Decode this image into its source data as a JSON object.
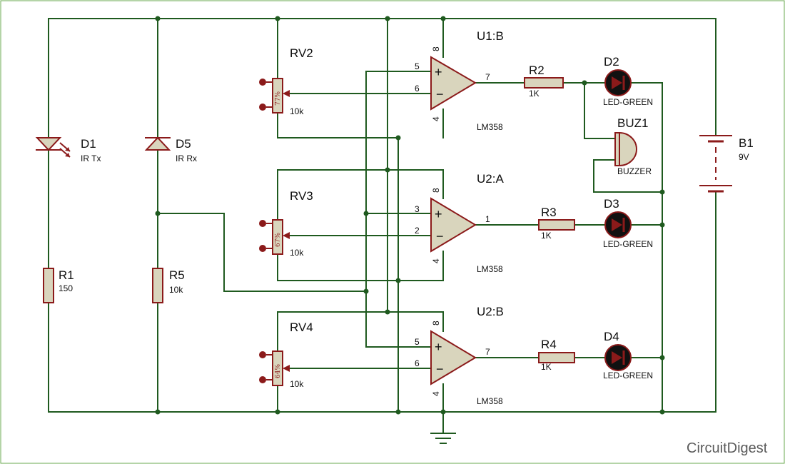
{
  "components": {
    "d1": {
      "ref": "D1",
      "value": "IR Tx"
    },
    "d5": {
      "ref": "D5",
      "value": "IR Rx"
    },
    "r1": {
      "ref": "R1",
      "value": "150"
    },
    "r5": {
      "ref": "R5",
      "value": "10k"
    },
    "rv2": {
      "ref": "RV2",
      "value": "10k",
      "percent": "77%"
    },
    "rv3": {
      "ref": "RV3",
      "value": "10k",
      "percent": "67%"
    },
    "rv4": {
      "ref": "RV4",
      "value": "10k",
      "percent": "64%"
    },
    "u1b": {
      "ref": "U1:B",
      "part": "LM358",
      "pins": {
        "plus": "5",
        "minus": "6",
        "out": "7",
        "vcc": "8",
        "gnd": "4"
      }
    },
    "u2a": {
      "ref": "U2:A",
      "part": "LM358",
      "pins": {
        "plus": "3",
        "minus": "2",
        "out": "1",
        "vcc": "8",
        "gnd": "4"
      }
    },
    "u2b": {
      "ref": "U2:B",
      "part": "LM358",
      "pins": {
        "plus": "5",
        "minus": "6",
        "out": "7",
        "vcc": "8",
        "gnd": "4"
      }
    },
    "r2": {
      "ref": "R2",
      "value": "1K"
    },
    "r3": {
      "ref": "R3",
      "value": "1K"
    },
    "r4": {
      "ref": "R4",
      "value": "1K"
    },
    "d2": {
      "ref": "D2",
      "value": "LED-GREEN"
    },
    "d3": {
      "ref": "D3",
      "value": "LED-GREEN"
    },
    "d4": {
      "ref": "D4",
      "value": "LED-GREEN"
    },
    "buz1": {
      "ref": "BUZ1",
      "value": "BUZZER"
    },
    "b1": {
      "ref": "B1",
      "value": "9V"
    }
  },
  "brand": {
    "name": "CircuitDigest"
  },
  "colors": {
    "wire": "#1f5a1f",
    "component": "#8b1a1a",
    "body": "#d9d5bd",
    "led": "#111111"
  }
}
